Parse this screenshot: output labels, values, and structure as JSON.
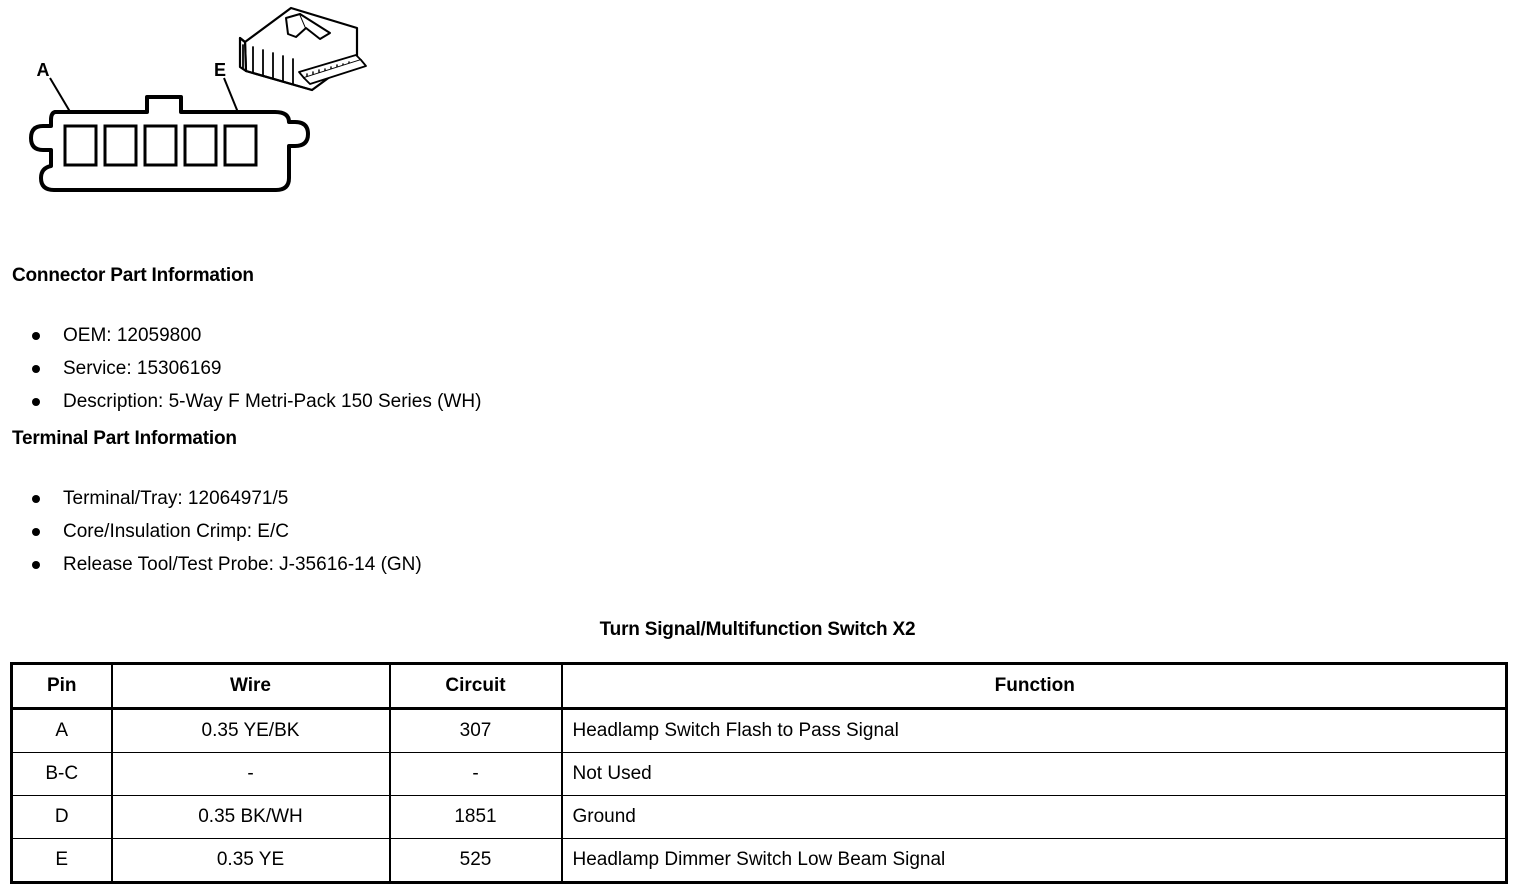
{
  "illustration": {
    "pin_labels": [
      {
        "label": "A",
        "name": "pin-callout-a"
      },
      {
        "label": "E",
        "name": "pin-callout-e"
      }
    ],
    "cavity_count": 5,
    "line_color": "#000000"
  },
  "connector_part": {
    "heading": "Connector Part Information",
    "items": [
      "OEM: 12059800",
      "Service: 15306169",
      "Description: 5-Way F Metri-Pack 150 Series (WH)"
    ]
  },
  "terminal_part": {
    "heading": "Terminal Part Information",
    "items": [
      "Terminal/Tray: 12064971/5",
      "Core/Insulation Crimp: E/C",
      "Release Tool/Test Probe: J-35616-14 (GN)"
    ]
  },
  "pinout": {
    "title": "Turn Signal/Multifunction Switch X2",
    "columns": [
      "Pin",
      "Wire",
      "Circuit",
      "Function"
    ],
    "rows": [
      {
        "pin": "A",
        "wire": "0.35 YE/BK",
        "circuit": "307",
        "function": "Headlamp Switch Flash to Pass Signal"
      },
      {
        "pin": "B-C",
        "wire": "-",
        "circuit": "-",
        "function": "Not Used"
      },
      {
        "pin": "D",
        "wire": "0.35 BK/WH",
        "circuit": "1851",
        "function": "Ground"
      },
      {
        "pin": "E",
        "wire": "0.35 YE",
        "circuit": "525",
        "function": "Headlamp Dimmer Switch Low Beam Signal"
      }
    ]
  }
}
